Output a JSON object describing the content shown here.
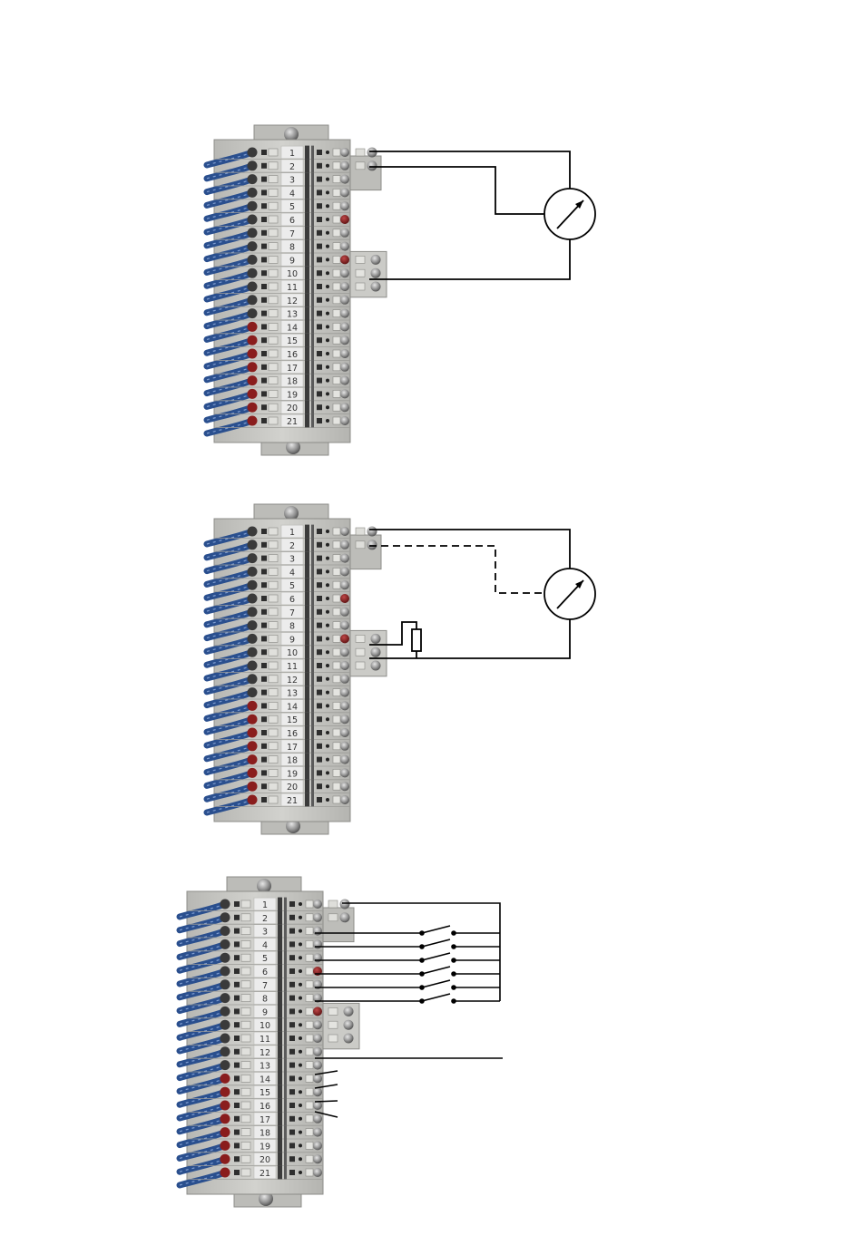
{
  "diagram": {
    "terminal_numbers": [
      "1",
      "2",
      "3",
      "4",
      "5",
      "6",
      "7",
      "8",
      "9",
      "10",
      "11",
      "12",
      "13",
      "14",
      "15",
      "16",
      "17",
      "18",
      "19",
      "20",
      "21"
    ],
    "panels": [
      {
        "name": "panel-1",
        "wiring": "meter-terminals-1-2-10"
      },
      {
        "name": "panel-2",
        "wiring": "meter-with-resistor-9-10-dashed-2"
      },
      {
        "name": "panel-3",
        "wiring": "switches-3-8-to-1-and-12-16"
      }
    ],
    "colors": {
      "wire": "#000000",
      "cable_blue": "#2a4f8e",
      "terminal_body": "#c4c4c0",
      "label_strip": "#ececec",
      "led_red": "#8a1d1d"
    },
    "icons": [
      "meter-icon",
      "resistor-icon",
      "switch-icon",
      "screw-icon"
    ]
  }
}
